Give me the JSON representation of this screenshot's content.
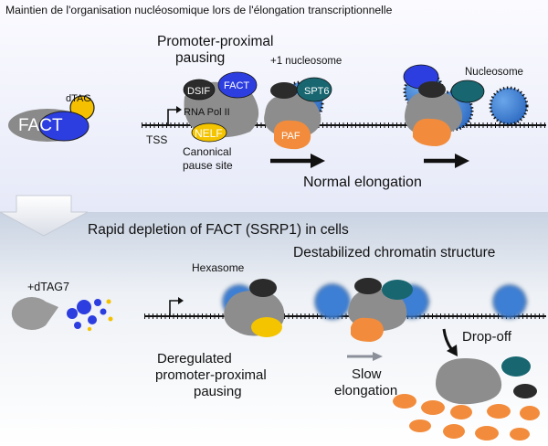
{
  "title": "Maintien de l'organisation nucléosomique lors de l'élongation transcriptionnelle",
  "top": {
    "fact": "FACT",
    "dtag": "dTAG",
    "promoter_pausing": [
      "Promoter-proximal",
      "pausing"
    ],
    "plus1_nucleosome": "+1 nucleosome",
    "nucleosome": "Nucleosome",
    "dsif": "DSIF",
    "fact_small": "FACT",
    "pol2": "RNA Pol II",
    "nelf": "NELF",
    "spt6": "SPT6",
    "paf": "PAF",
    "tss": "TSS",
    "pause_site": [
      "Canonical",
      "pause site"
    ],
    "normal_elongation": "Normal elongation"
  },
  "bottom": {
    "heading": "Rapid depletion of FACT (SSRP1) in cells",
    "dtag7": "+dTAG7",
    "hexasome": "Hexasome",
    "destabilized": "Destabilized chromatin structure",
    "dropoff": "Drop-off",
    "deregulated": [
      "Deregulated",
      "promoter-proximal",
      "pausing"
    ],
    "slow": [
      "Slow",
      "elongation"
    ]
  },
  "colors": {
    "fact_blue": "#2d3ee0",
    "dtag_yellow": "#f4c000",
    "nelf_yellow": "#f4c400",
    "pol2_gray": "#888888",
    "spt6_teal": "#176670",
    "paf_orange": "#f28c3c",
    "nucleosome_blue": "#3d7fd4",
    "top_bg": "#eef0fb",
    "bottom_bg": "#dce2ec"
  }
}
